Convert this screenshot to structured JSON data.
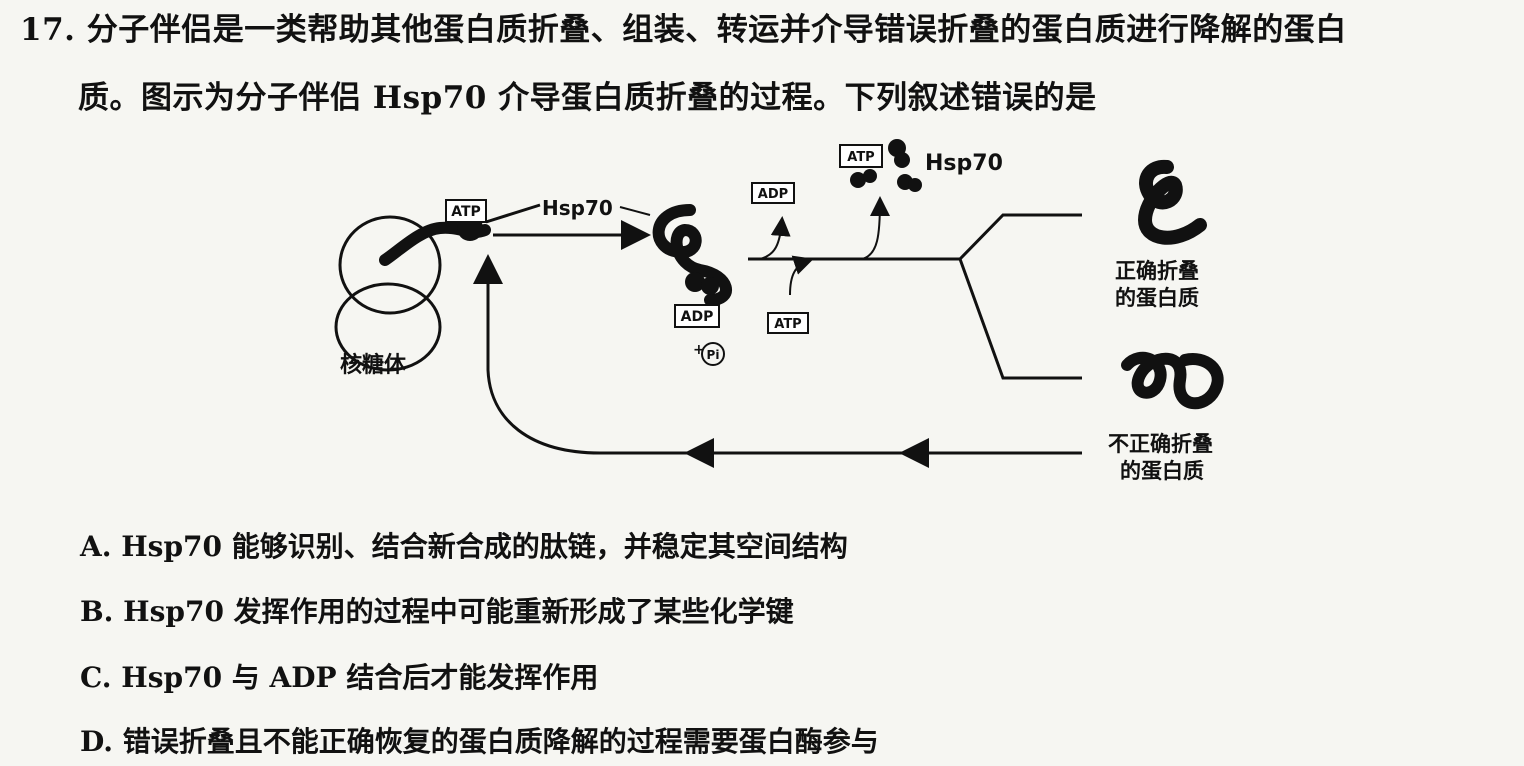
{
  "question": {
    "line1": "17. 分子伴侣是一类帮助其他蛋白质折叠、组装、转运并介导错误折叠的蛋白质进行降解的蛋白",
    "line2": "质。图示为分子伴侣 Hsp70 介导蛋白质折叠的过程。下列叙述错误的是"
  },
  "diagram": {
    "labels": {
      "atp_ribosome": "ATP",
      "hsp70_ribosome": "Hsp70",
      "ribosome": "核糖体",
      "adp_complex": "ADP",
      "pi": "Pi",
      "adp_release": "ADP",
      "atp_input": "ATP",
      "atp_hsp70": "ATP",
      "hsp70_top": "Hsp70",
      "correct_line1": "正确折叠",
      "correct_line2": "的蛋白质",
      "incorrect_line1": "不正确折叠",
      "incorrect_line2": "的蛋白质"
    }
  },
  "options": {
    "a": "A. Hsp70 能够识别、结合新合成的肽链，并稳定其空间结构",
    "b": "B. Hsp70 发挥作用的过程中可能重新形成了某些化学键",
    "c": "C. Hsp70 与 ADP 结合后才能发挥作用",
    "d": "D. 错误折叠且不能正确恢复的蛋白质降解的过程需要蛋白酶参与"
  }
}
